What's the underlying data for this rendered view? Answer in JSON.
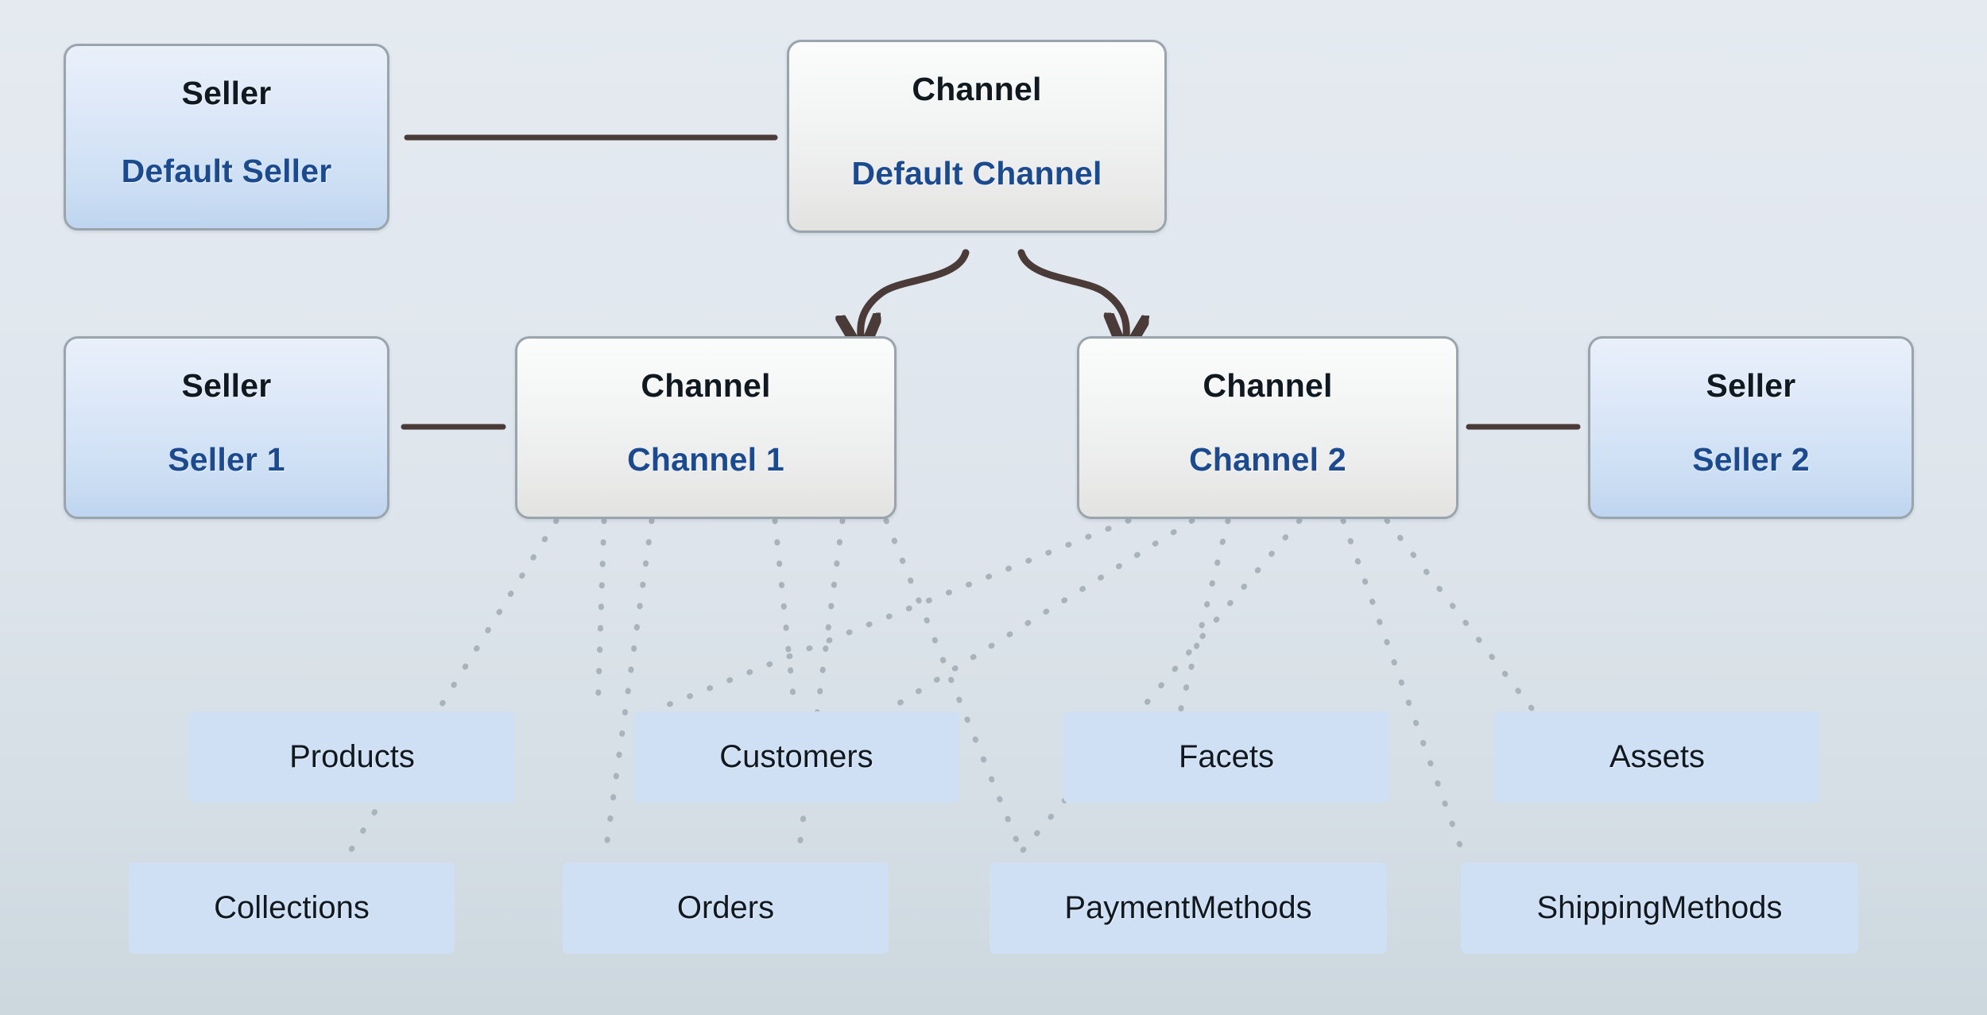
{
  "diagram": {
    "title": "Seller / Channel entity relationship diagram",
    "colors": {
      "background_top": "#e5eaf1",
      "background_bottom": "#ccd7de",
      "seller_fill": "#cddff4",
      "channel_fill": "#eeefee",
      "node_border": "#9aa4ac",
      "type_text": "#101820",
      "name_text": "#1b4a8f",
      "solid_edge": "#4a3b38",
      "arrow_edge": "#4a3b38",
      "dotted_edge": "#a9b3bb",
      "chip_fill": "#cfdff4"
    }
  },
  "nodes": {
    "default_seller": {
      "type": "Seller",
      "name": "Default Seller"
    },
    "default_channel": {
      "type": "Channel",
      "name": "Default Channel"
    },
    "seller_1": {
      "type": "Seller",
      "name": "Seller 1"
    },
    "channel_1": {
      "type": "Channel",
      "name": "Channel 1"
    },
    "channel_2": {
      "type": "Channel",
      "name": "Channel 2"
    },
    "seller_2": {
      "type": "Seller",
      "name": "Seller 2"
    }
  },
  "entities": [
    {
      "key": "products",
      "label": "Products"
    },
    {
      "key": "customers",
      "label": "Customers"
    },
    {
      "key": "facets",
      "label": "Facets"
    },
    {
      "key": "assets",
      "label": "Assets"
    },
    {
      "key": "collections",
      "label": "Collections"
    },
    {
      "key": "orders",
      "label": "Orders"
    },
    {
      "key": "payment_methods",
      "label": "PaymentMethods"
    },
    {
      "key": "shipping_methods",
      "label": "ShippingMethods"
    }
  ],
  "edges": [
    {
      "from": "default_seller",
      "to": "default_channel",
      "style": "solid"
    },
    {
      "from": "seller_1",
      "to": "channel_1",
      "style": "solid"
    },
    {
      "from": "channel_2",
      "to": "seller_2",
      "style": "solid"
    },
    {
      "from": "default_channel",
      "to": "channel_1",
      "style": "curved-arrow"
    },
    {
      "from": "default_channel",
      "to": "channel_2",
      "style": "curved-arrow"
    },
    {
      "from": "channel_1",
      "to": "products",
      "style": "dotted"
    },
    {
      "from": "channel_1",
      "to": "collections",
      "style": "dotted"
    },
    {
      "from": "channel_1",
      "to": "customers",
      "style": "dotted"
    },
    {
      "from": "channel_1",
      "to": "orders",
      "style": "dotted"
    },
    {
      "from": "channel_1",
      "to": "facets",
      "style": "dotted"
    },
    {
      "from": "channel_1",
      "to": "payment_methods",
      "style": "dotted"
    },
    {
      "from": "channel_2",
      "to": "products",
      "style": "dotted"
    },
    {
      "from": "channel_2",
      "to": "customers",
      "style": "dotted"
    },
    {
      "from": "channel_2",
      "to": "facets",
      "style": "dotted"
    },
    {
      "from": "channel_2",
      "to": "assets",
      "style": "dotted"
    },
    {
      "from": "channel_2",
      "to": "payment_methods",
      "style": "dotted"
    },
    {
      "from": "channel_2",
      "to": "shipping_methods",
      "style": "dotted"
    }
  ]
}
